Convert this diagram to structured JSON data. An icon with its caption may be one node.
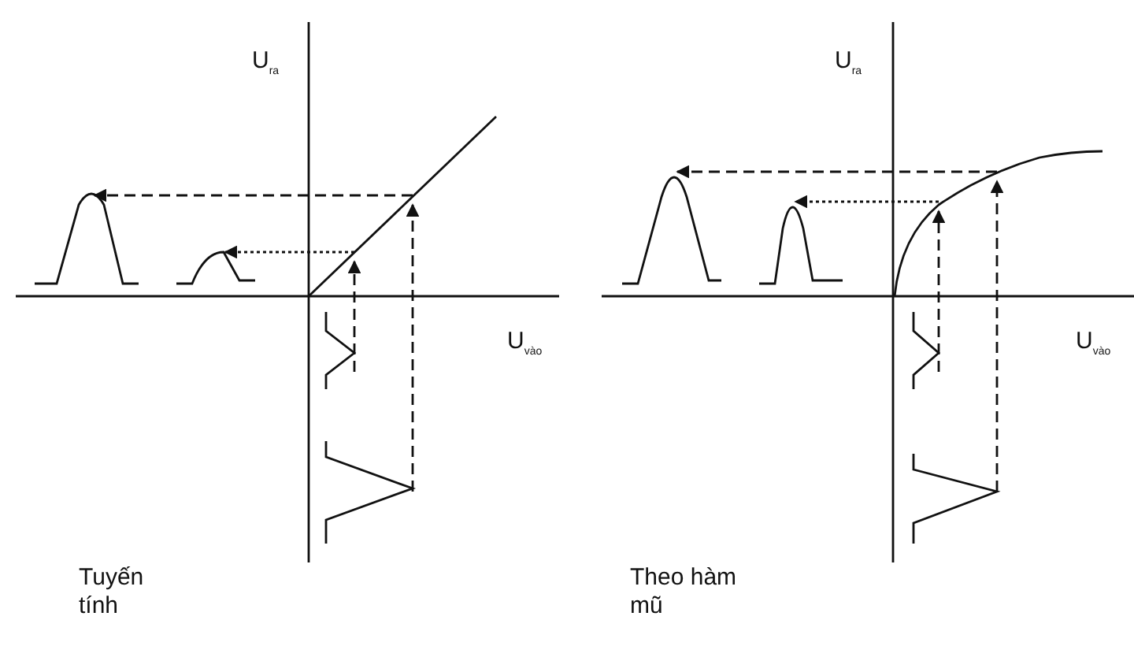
{
  "diagram": {
    "labels": [
      "U$_{ra}$",
      "U$_{vào}$",
      "Tuyến tính",
      "U$_{ra}$",
      "U$_{vào}$",
      "Theo hàm mũ"
    ]
  }
}
